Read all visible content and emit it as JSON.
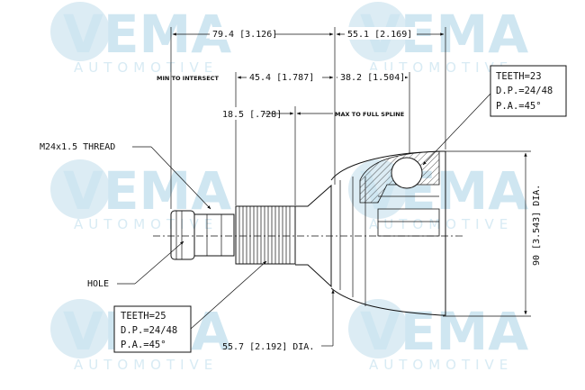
{
  "watermark": {
    "brand": "VEMA",
    "sub": "AUTOMOTIVE"
  },
  "dimensions": {
    "overall_length": "79.4 [3.126]",
    "bell_length": "55.1 [2.169]",
    "min_to_intersect_label": "MIN TO INTERSECT",
    "min_to_intersect": "45.4 [1.787]",
    "right_offset": "38.2 [1.504]",
    "max_to_full_spline_value": "18.5 [.728]",
    "max_to_full_spline_label": "MAX TO FULL SPLINE",
    "outer_diameter": "90 [3.543] DIA.",
    "seal_diameter": "55.7 [2.192] DIA."
  },
  "callouts": {
    "thread": "M24x1.5 THREAD",
    "hole": "HOLE"
  },
  "spec_left": {
    "teeth": "TEETH=25",
    "dp": "D.P.=24/48",
    "pa": "P.A.=45°"
  },
  "spec_right": {
    "teeth": "TEETH=23",
    "dp": "D.P.=24/48",
    "pa": "P.A.=45°"
  }
}
